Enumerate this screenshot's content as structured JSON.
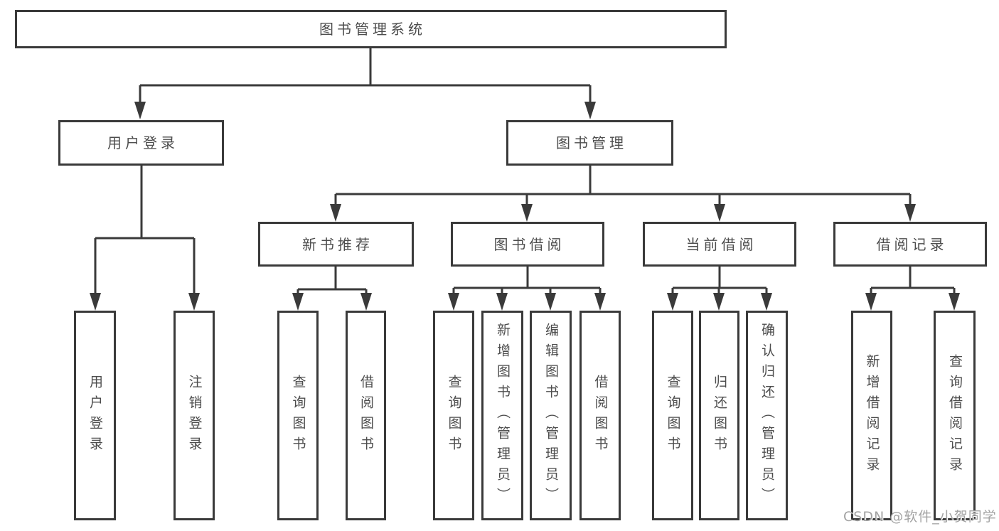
{
  "tree": {
    "label": "图书管理系统",
    "children": [
      {
        "label": "用户登录",
        "children": [
          {
            "label": "用户登录"
          },
          {
            "label": "注销登录"
          }
        ]
      },
      {
        "label": "图书管理",
        "children": [
          {
            "label": "新书推荐",
            "children": [
              {
                "label": "查询图书"
              },
              {
                "label": "借阅图书"
              }
            ]
          },
          {
            "label": "图书借阅",
            "children": [
              {
                "label": "查询图书"
              },
              {
                "label": "新增图书（管理员）"
              },
              {
                "label": "编辑图书（管理员）"
              },
              {
                "label": "借阅图书"
              }
            ]
          },
          {
            "label": "当前借阅",
            "children": [
              {
                "label": "查询图书"
              },
              {
                "label": "归还图书"
              },
              {
                "label": "确认归还（管理员）"
              }
            ]
          },
          {
            "label": "借阅记录",
            "children": [
              {
                "label": "新增借阅记录"
              },
              {
                "label": "查询借阅记录"
              }
            ]
          }
        ]
      }
    ]
  },
  "watermark": {
    "text": "CSDN @软件_小贺同学"
  },
  "colors": {
    "line": "#3a3a3a",
    "text": "#4d4d4d",
    "watermark": "#a3a3a3",
    "background": "#ffffff"
  }
}
